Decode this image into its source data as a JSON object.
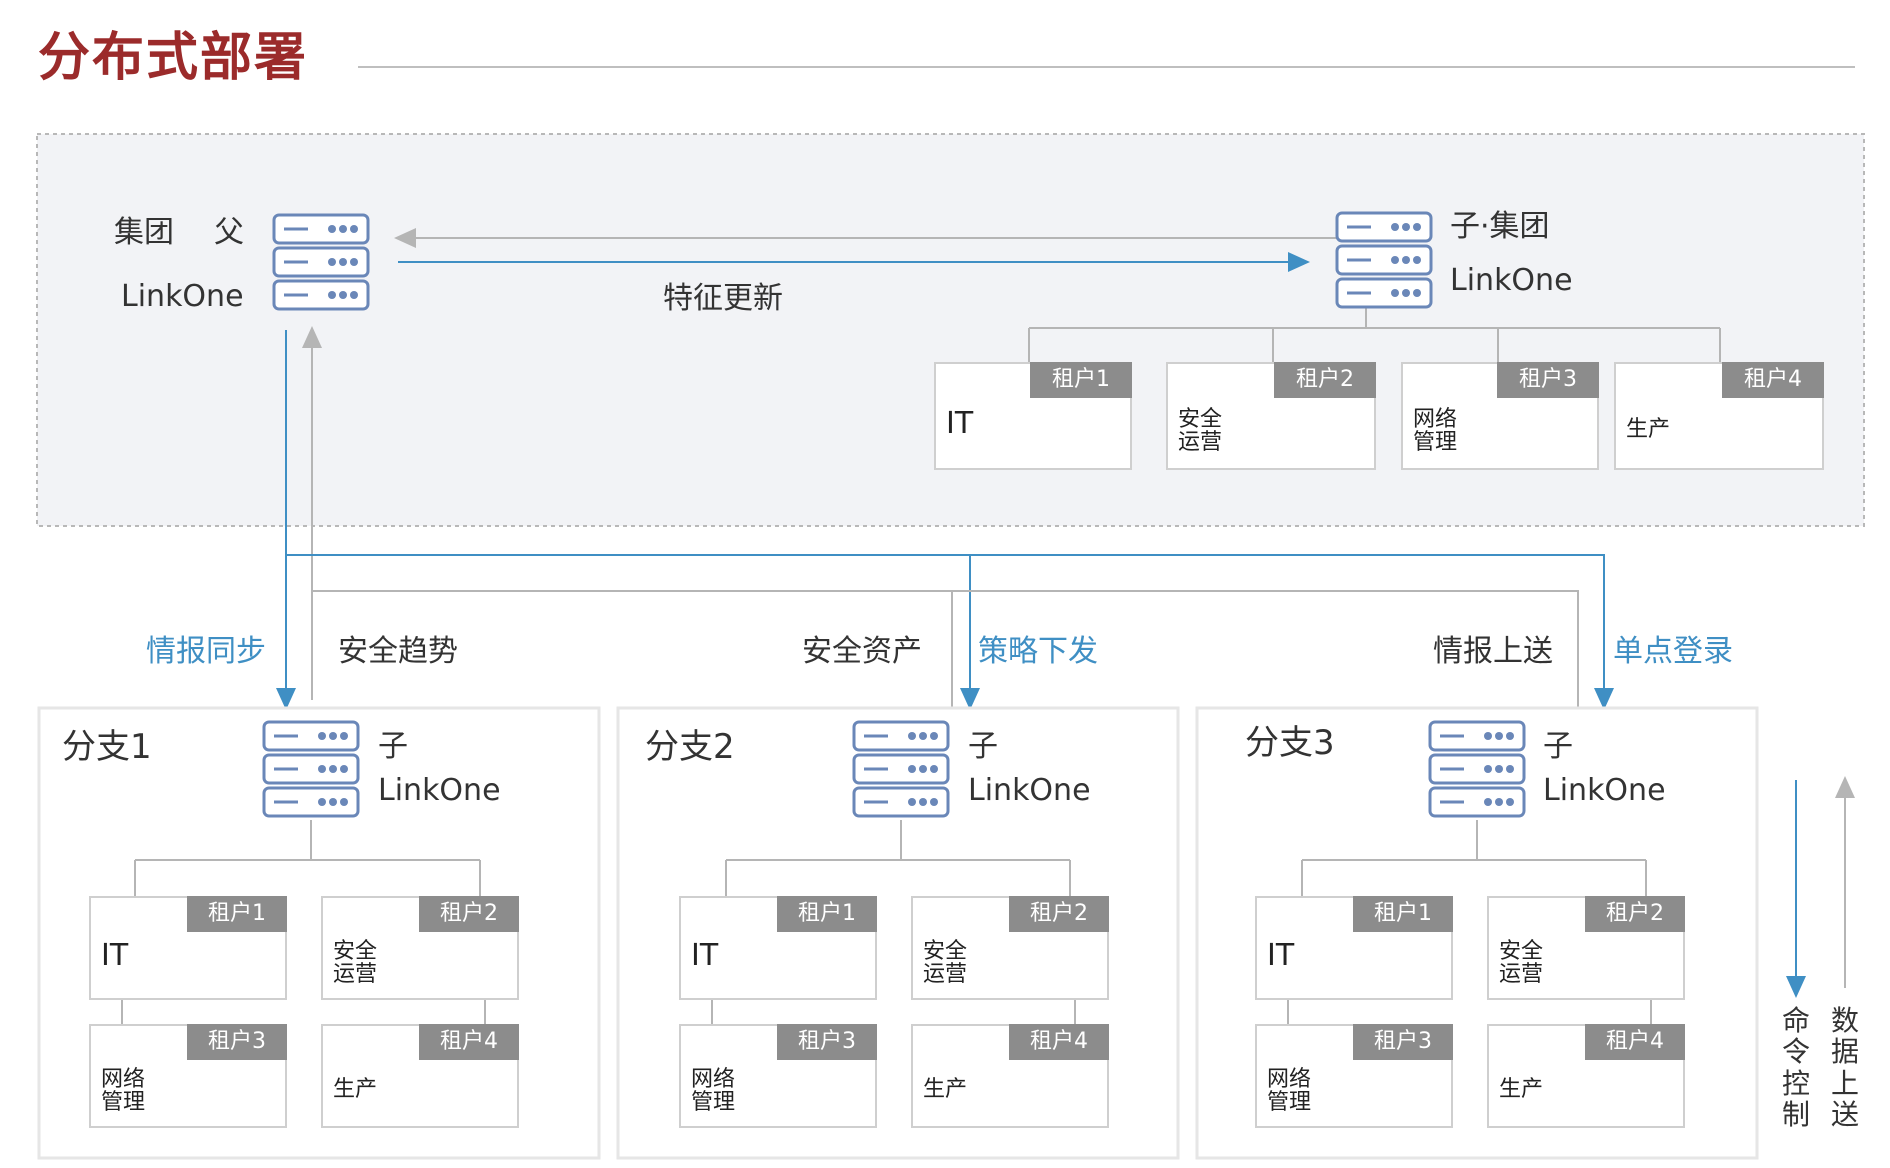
{
  "title": "分布式部署",
  "top": {
    "parent_label_1": "集团",
    "parent_label_2": "父",
    "parent_label_3": "LinkOne",
    "child_label_1": "子·集团",
    "child_label_2": "LinkOne",
    "arrow_label": "特征更新",
    "tenants": [
      {
        "tag": "租户1",
        "name": "IT"
      },
      {
        "tag": "租户2",
        "name": "安全\n运营"
      },
      {
        "tag": "租户3",
        "name": "网络\n管理"
      },
      {
        "tag": "租户4",
        "name": "生产"
      }
    ]
  },
  "flows": {
    "intel_sync": "情报同步",
    "security_trend": "安全趋势",
    "security_assets": "安全资产",
    "policy_push": "策略下发",
    "intel_upload": "情报上送",
    "sso": "单点登录"
  },
  "branches": [
    {
      "title": "分支1",
      "node_1": "子",
      "node_2": "LinkOne"
    },
    {
      "title": "分支2",
      "node_1": "子",
      "node_2": "LinkOne"
    },
    {
      "title": "分支3",
      "node_1": "子",
      "node_2": "LinkOne"
    }
  ],
  "branch_tenants": [
    {
      "tag": "租户1",
      "name": "IT"
    },
    {
      "tag": "租户2",
      "name": "安全\n运营"
    },
    {
      "tag": "租户3",
      "name": "网络\n管理"
    },
    {
      "tag": "租户4",
      "name": "生产"
    }
  ],
  "legend": {
    "command": "命令控制",
    "data": "数据上送"
  },
  "colors": {
    "title": "#9b2b2b",
    "icon": "#6a87b8",
    "blue_line": "#3f8fc4",
    "gray_line": "#b5b5b5",
    "panel_bg": "#f2f3f6"
  }
}
